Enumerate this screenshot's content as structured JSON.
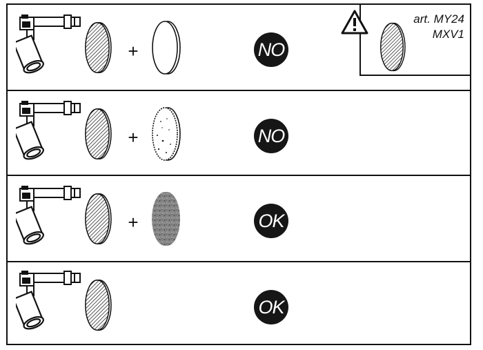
{
  "warning": {
    "icon": "warning-triangle-icon",
    "line1": "art.  MY24",
    "line2": "MXV1"
  },
  "rows": [
    {
      "filter": "hatched-filter-icon",
      "plus": "+",
      "addon": "clear-lens-icon",
      "verdict": "NO"
    },
    {
      "filter": "hatched-filter-icon",
      "plus": "+",
      "addon": "dotted-lens-icon",
      "verdict": "NO"
    },
    {
      "filter": "hatched-filter-icon",
      "plus": "+",
      "addon": "textured-grey-lens-icon",
      "verdict": "OK"
    },
    {
      "filter": "hatched-filter-icon",
      "verdict": "OK"
    }
  ],
  "colors": {
    "badge": "#161616",
    "line": "#111111",
    "grey_lens": "#7a7a7a"
  }
}
